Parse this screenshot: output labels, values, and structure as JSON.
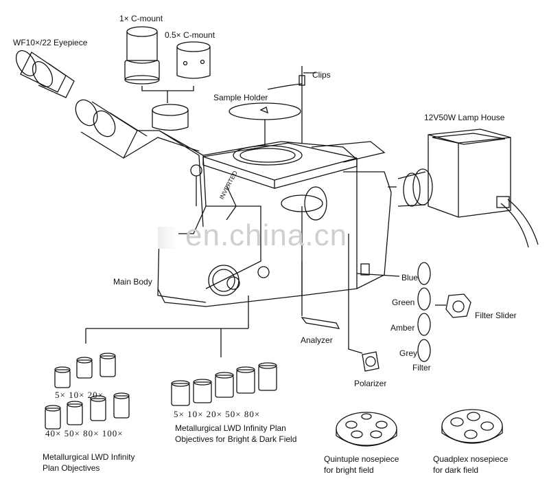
{
  "labels": {
    "eyepiece": "WF10×/22 Eyepiece",
    "cmount1": "1× C-mount",
    "cmount05": "0.5× C-mount",
    "clips": "Clips",
    "sample_holder": "Sample Holder",
    "lamp_house": "12V50W Lamp House",
    "main_body": "Main Body",
    "blue": "Blue",
    "green": "Green",
    "amber": "Amber",
    "grey": "Grey",
    "filter": "Filter",
    "filter_slider": "Filter Slider",
    "analyzer": "Analyzer",
    "polarizer": "Polarizer",
    "body_brand": "INVERTED"
  },
  "objectives_lwd": {
    "mags_row1": "5×    10×   20×",
    "mags_row2": "40×  50×  80×  100×",
    "caption_line1": "Metallurgical LWD Infinity",
    "caption_line2": "Plan Objectives"
  },
  "objectives_bd": {
    "mags": "5×  10×  20×  50×  80×",
    "caption_line1": "Metallurgical LWD Infinity Plan",
    "caption_line2": "Objectives for Bright & Dark Field"
  },
  "nosepiece_quintuple": {
    "line1": "Quintuple nosepiece",
    "line2": "for bright field"
  },
  "nosepiece_quadplex": {
    "line1": "Quadplex nosepiece",
    "line2": "for dark field"
  },
  "watermark": "en.china.cn"
}
